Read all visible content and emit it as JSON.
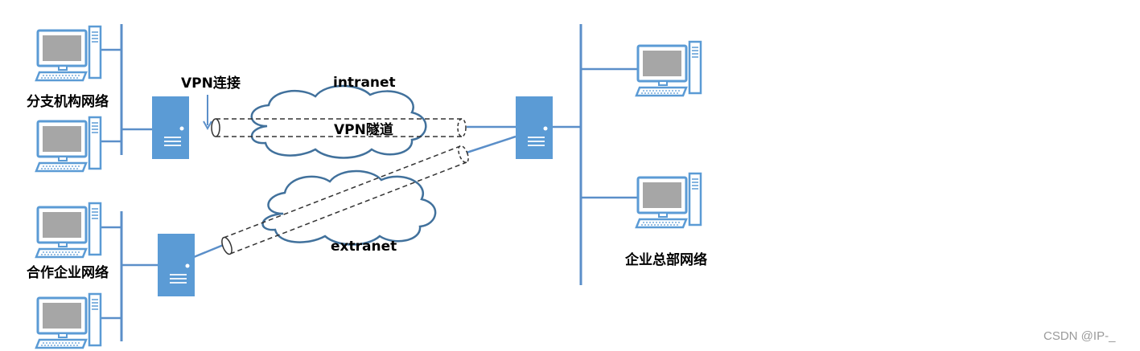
{
  "labels": {
    "branch_network": "分支机构网络",
    "partner_network": "合作企业网络",
    "hq_network": "企业总部网络",
    "vpn_connection": "VPN连接",
    "vpn_tunnel": "VPN隧道",
    "intranet": "intranet",
    "extranet": "extranet"
  },
  "watermark": "CSDN @IP-_",
  "colors": {
    "server": "#5b9bd5",
    "cloud_stroke": "#41719c",
    "link": "#5b8fc9",
    "monitor_screen": "#a6a6a6"
  },
  "icons": {
    "pc": "desktop-computer-icon",
    "server": "server-tower-icon",
    "cloud": "cloud-icon",
    "tunnel": "dashed-tunnel-pipe"
  }
}
